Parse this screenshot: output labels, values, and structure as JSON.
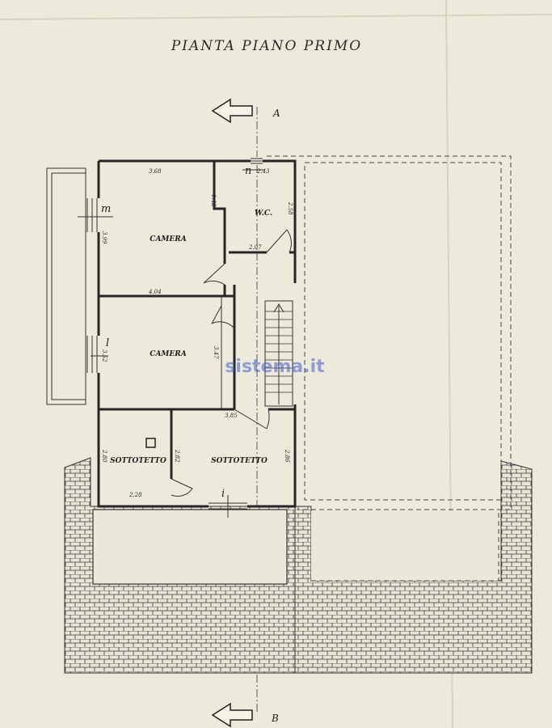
{
  "plan": {
    "title": "PIANTA PIANO PRIMO",
    "section_top": "A",
    "section_bottom": "B",
    "watermark": "sistema.it",
    "rooms": {
      "camera_top": "CAMERA",
      "camera_bottom": "CAMERA",
      "wc": "W.C.",
      "sottotetto_left": "SOTTOTETTO",
      "sottotetto_right": "SOTTOTETTO"
    },
    "markers": {
      "m": "m",
      "n": "n",
      "l": "l",
      "i": "i"
    },
    "dimensions": {
      "camera_top_width": "3.68",
      "camera_top_depth": "3.99",
      "camera_top_bottom": "4.04",
      "camera_top_recess": "1.42",
      "wc_width": "2.43",
      "wc_depth": "2.58",
      "wc_bottom": "2.07",
      "camera_bottom_depth_left": "3.52",
      "camera_bottom_depth_right": "3.47",
      "hall_width": "3.85",
      "sottotetto_left_depth": "2.80",
      "sottotetto_left_depth2": "2.82",
      "sottotetto_left_width": "2.28",
      "sottotetto_right_depth": "2.86"
    }
  }
}
